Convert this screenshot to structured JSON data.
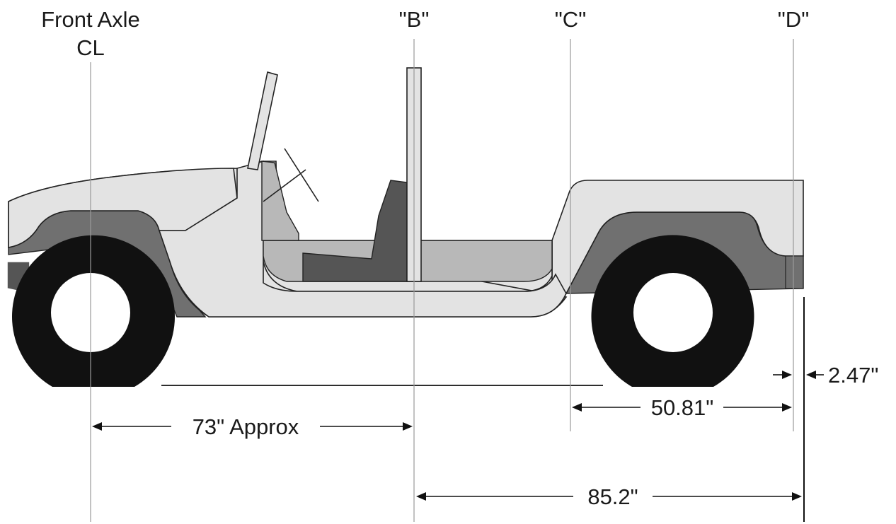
{
  "labels": {
    "front_axle_line1": "Front Axle",
    "front_axle_line2": "CL",
    "b": "\"B\"",
    "c": "\"C\"",
    "d": "\"D\""
  },
  "dimensions": {
    "axle_to_b": "73\" Approx",
    "c_to_d": "50.81\"",
    "d_to_tail": "2.47\"",
    "b_to_tail": "85.2\""
  }
}
